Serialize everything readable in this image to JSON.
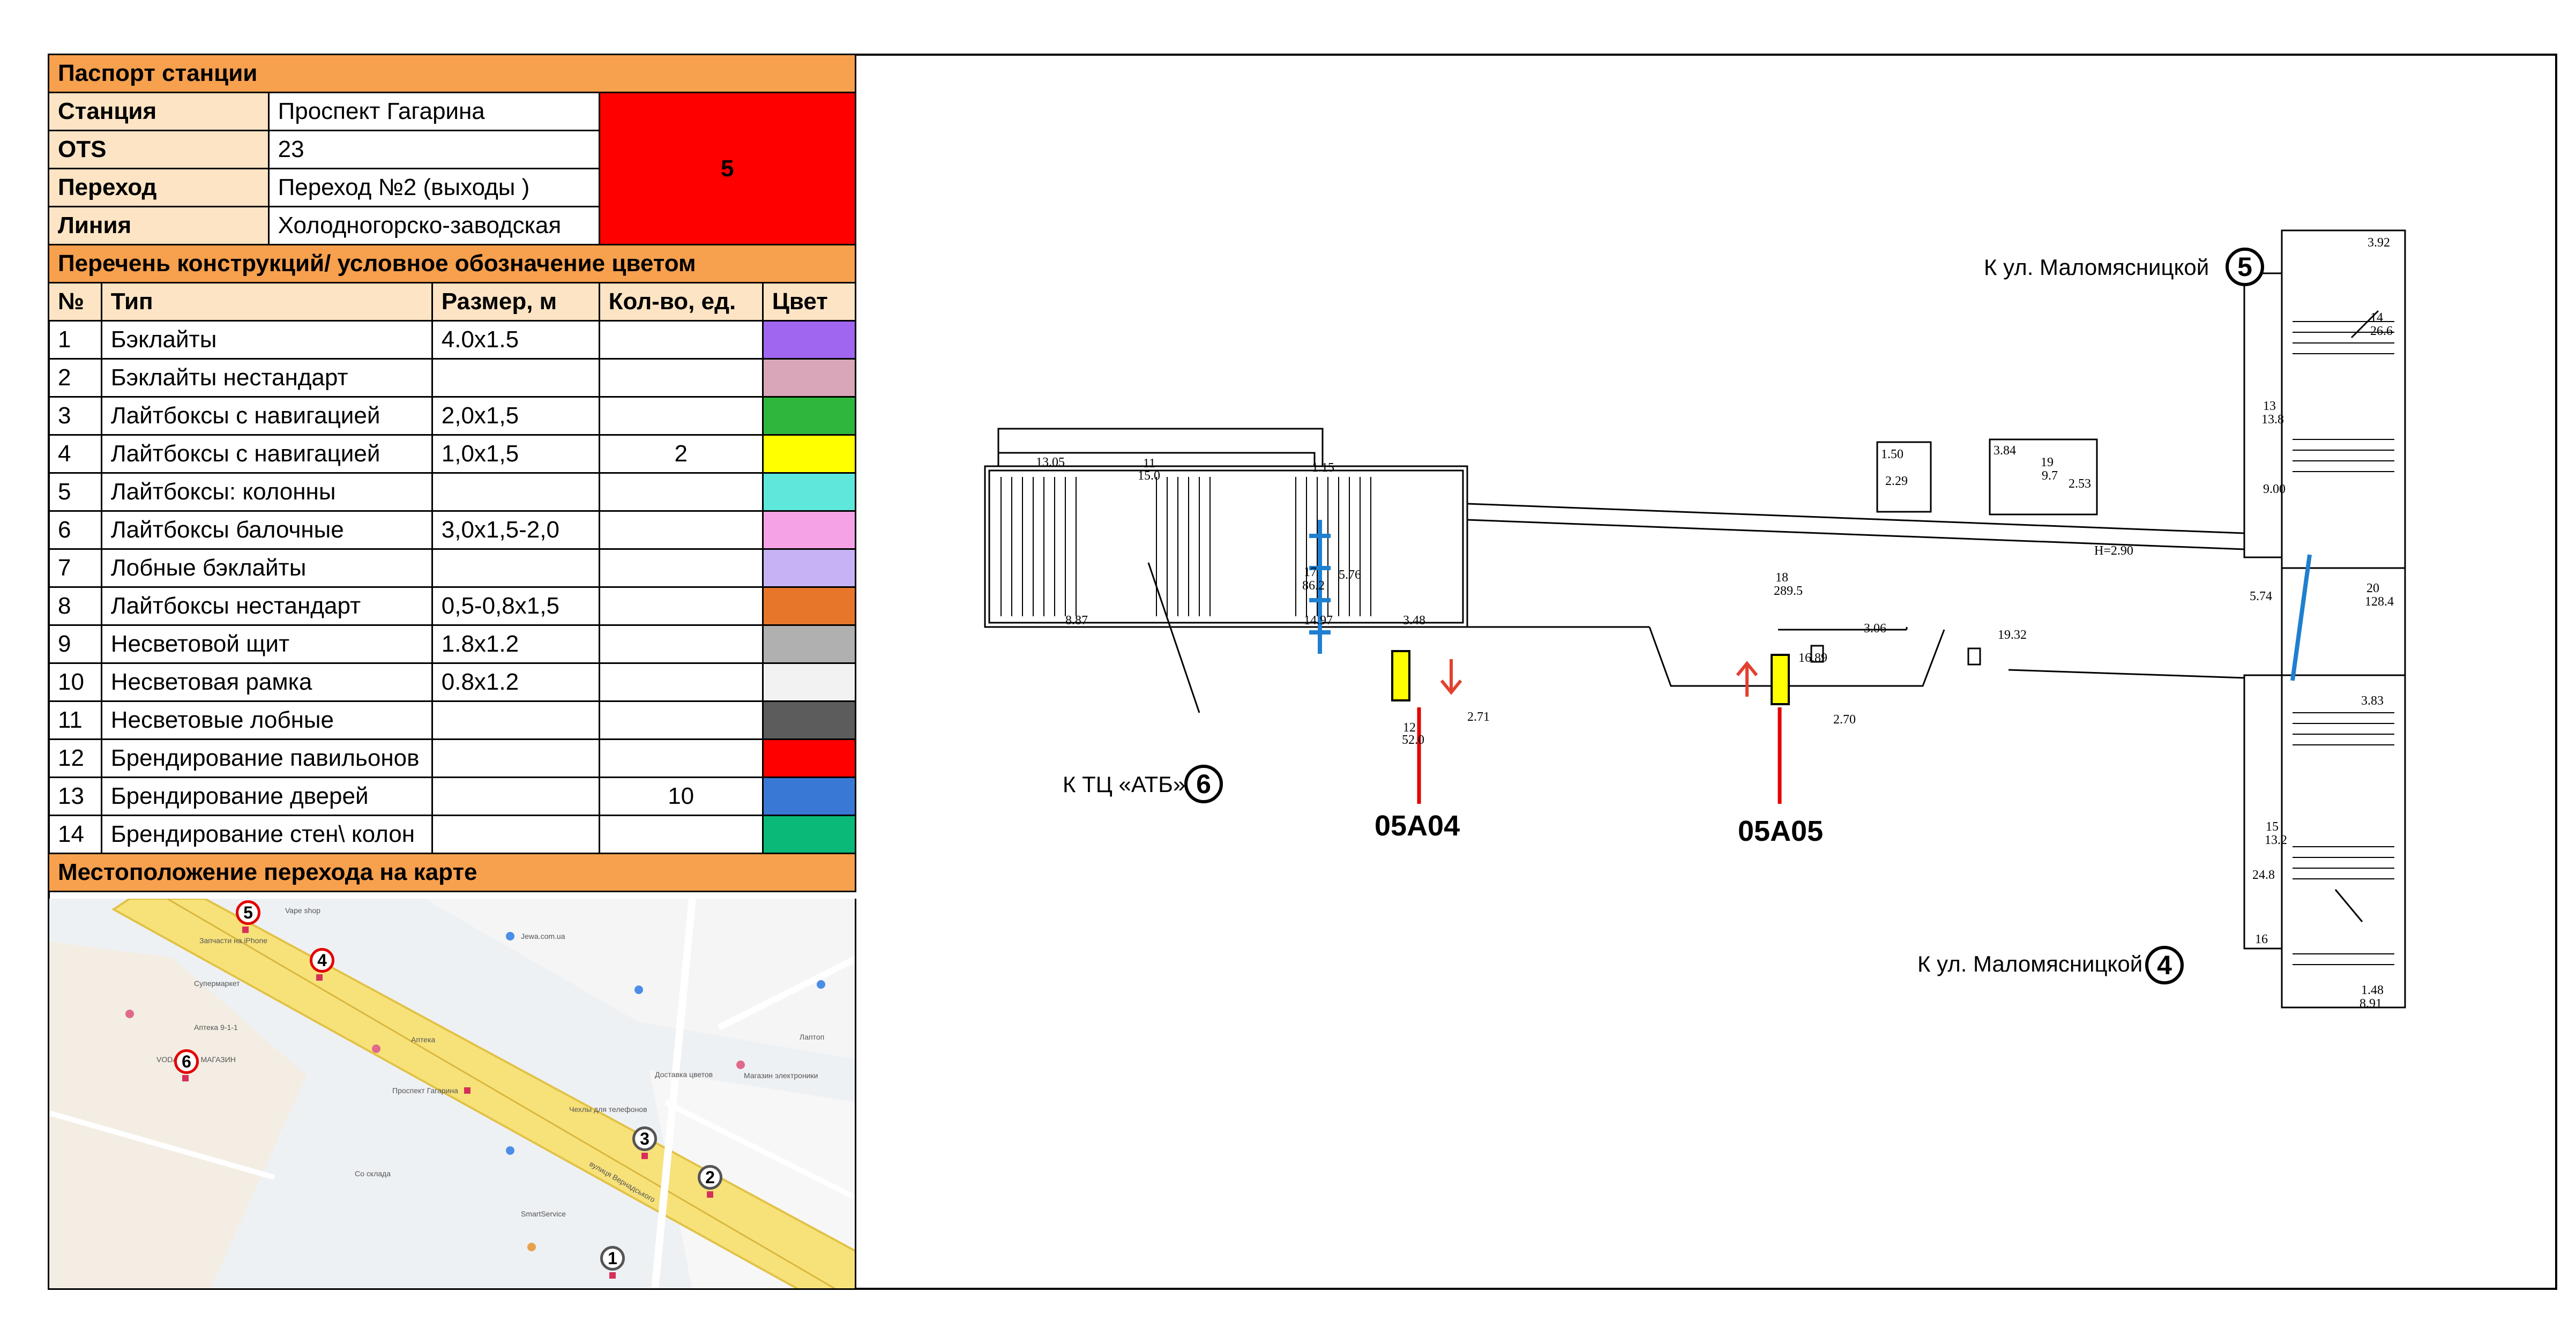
{
  "passport": {
    "title": "Паспорт станции",
    "station_label": "Станция",
    "station_value": "Проспект Гагарина",
    "ots_label": "OTS",
    "ots_value": "23",
    "passage_label": "Переход",
    "passage_value": "Переход №2 (выходы )",
    "line_label": "Линия",
    "line_value": "Холодногорско-заводская",
    "big_number": "5"
  },
  "constructions": {
    "title": "Перечень конструкций/ условное обозначение цветом",
    "headers": {
      "num": "№",
      "type": "Тип",
      "size": "Размер, м",
      "qty": "Кол-во, ед.",
      "color": "Цвет"
    },
    "rows": [
      {
        "num": "1",
        "type": "Бэклайты",
        "size": "4.0x1.5",
        "qty": "",
        "color": "#a066f0"
      },
      {
        "num": "2",
        "type": "Бэклайты нестандарт",
        "size": "",
        "qty": "",
        "color": "#d8a6b8"
      },
      {
        "num": "3",
        "type": "Лайтбоксы с навигацией",
        "size": "2,0x1,5",
        "qty": "",
        "color": "#2db83d"
      },
      {
        "num": "4",
        "type": "Лайтбоксы с навигацией",
        "size": "1,0x1,5",
        "qty": "2",
        "color": "#ffff00"
      },
      {
        "num": "5",
        "type": "Лайтбоксы: колонны",
        "size": "",
        "qty": "",
        "color": "#5ee8dc"
      },
      {
        "num": "6",
        "type": "Лайтбоксы балочные",
        "size": "3,0x1,5-2,0",
        "qty": "",
        "color": "#f5a3e6"
      },
      {
        "num": "7",
        "type": "Лобные бэклайты",
        "size": "",
        "qty": "",
        "color": "#c5b3f5"
      },
      {
        "num": "8",
        "type": "Лайтбоксы нестандарт",
        "size": "0,5-0,8x1,5",
        "qty": "",
        "color": "#e8762a"
      },
      {
        "num": "9",
        "type": "Несветовой щит",
        "size": "1.8x1.2",
        "qty": "",
        "color": "#b0b0b0"
      },
      {
        "num": "10",
        "type": "Несветовая рамка",
        "size": "0.8x1.2",
        "qty": "",
        "color": "#f2f2f2"
      },
      {
        "num": "11",
        "type": "Несветовые лобные",
        "size": "",
        "qty": "",
        "color": "#5c5c5c"
      },
      {
        "num": "12",
        "type": "Брендирование павильонов",
        "size": "",
        "qty": "",
        "color": "#ff0000"
      },
      {
        "num": "13",
        "type": "Брендирование дверей",
        "size": "",
        "qty": "10",
        "color": "#3a78d6"
      },
      {
        "num": "14",
        "type": "Брендирование стен\\ колон",
        "size": "",
        "qty": "",
        "color": "#0ab878"
      }
    ]
  },
  "map": {
    "title": "Местоположение перехода на карте",
    "markers": [
      "5",
      "4",
      "6",
      "3",
      "2",
      "1"
    ],
    "labels": [
      "Vape shop",
      "Запчасти на iPhone",
      "Jewa.com.ua",
      "Супермаркет",
      "Аптека 9-1-1",
      "VODAFONE МАГАЗИН",
      "Проспект Гагарина",
      "Аптека",
      "Магазин электроники",
      "Доставка цветов",
      "Чехлы для телефонов",
      "SmartService",
      "Co склада",
      "вулиця Вернадського",
      "Лаптоп"
    ]
  },
  "plan": {
    "label_exit5": "К ул. Маломясницкой",
    "label_exit4": "К ул. Маломясницкой",
    "label_exit6": "К ТЦ «АТБ»",
    "num5": "5",
    "num4": "4",
    "num6": "6",
    "code_a": "05A04",
    "code_b": "05A05",
    "dims": [
      "13.05",
      "11",
      "15.0",
      "1.15",
      "1.50",
      "2.29",
      "3.84",
      "19",
      "9.7",
      "2.53",
      "17",
      "86.2",
      "5.76",
      "8.87",
      "14.97",
      "3.48",
      "18",
      "289.5",
      "16.89",
      "2.71",
      "2.70",
      "3.06",
      "19.32",
      "H=2.90",
      "12",
      "52.0",
      "3.92",
      "14",
      "26.6",
      "13",
      "13.8",
      "9.00",
      "20",
      "128.4",
      "3.83",
      "15",
      "13.2",
      "16",
      "24.8",
      "1.48",
      "8.91",
      "5.74"
    ]
  },
  "colors": {
    "header": "#f7a04e",
    "label_bg": "#fde4c4",
    "accent_red": "#ff0000",
    "blue_line": "#1f7fd0",
    "marker_red": "#e30000",
    "yellow_box": "#ffff00"
  }
}
